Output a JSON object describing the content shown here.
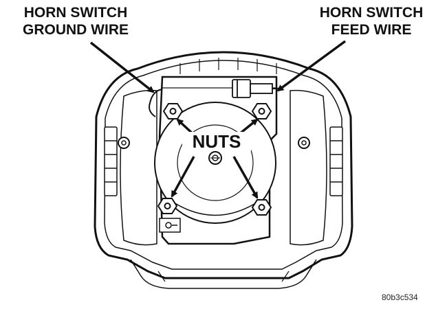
{
  "callouts": {
    "ground_wire_line1": "HORN SWITCH",
    "ground_wire_line2": "GROUND WIRE",
    "feed_wire_line1": "HORN SWITCH",
    "feed_wire_line2": "FEED WIRE",
    "nuts": "NUTS"
  },
  "figure_id": "80b3c534",
  "colors": {
    "ink": "#111111",
    "background": "#ffffff"
  }
}
